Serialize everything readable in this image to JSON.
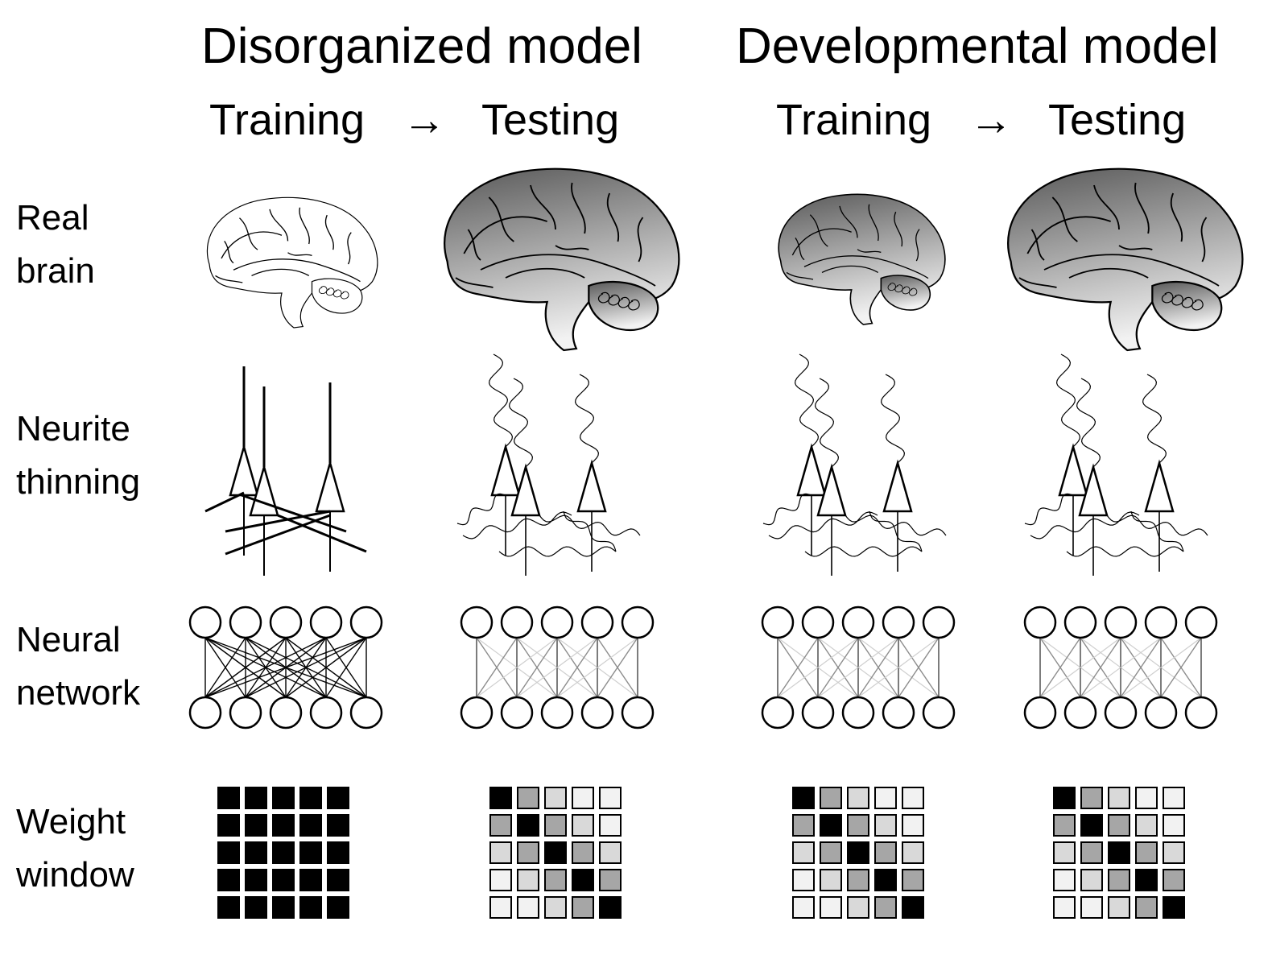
{
  "models": [
    {
      "title": "Disorganized model",
      "training_label": "Training",
      "arrow": "→",
      "testing_label": "Testing"
    },
    {
      "title": "Developmental model",
      "training_label": "Training",
      "arrow": "→",
      "testing_label": "Testing"
    }
  ],
  "rows": [
    {
      "line1": "Real",
      "line2": "brain"
    },
    {
      "line1": "Neurite",
      "line2": "thinning"
    },
    {
      "line1": "Neural",
      "line2": "network"
    },
    {
      "line1": "Weight",
      "line2": "window"
    }
  ],
  "panels": [
    {
      "column": "disorganized-training",
      "brain_fill": "outline",
      "brain_scale": "small",
      "neurite_style": "straight-thick",
      "network_style": "dense-black",
      "weight_window": [
        [
          4,
          4,
          4,
          4,
          4
        ],
        [
          4,
          4,
          4,
          4,
          4
        ],
        [
          4,
          4,
          4,
          4,
          4
        ],
        [
          4,
          4,
          4,
          4,
          4
        ],
        [
          4,
          4,
          4,
          4,
          4
        ]
      ]
    },
    {
      "column": "disorganized-testing",
      "brain_fill": "gradient",
      "brain_scale": "large",
      "neurite_style": "wavy-thin",
      "network_style": "banded-gray",
      "weight_window": [
        [
          4,
          3,
          2,
          1,
          1
        ],
        [
          3,
          4,
          3,
          2,
          1
        ],
        [
          2,
          3,
          4,
          3,
          2
        ],
        [
          1,
          2,
          3,
          4,
          3
        ],
        [
          1,
          1,
          2,
          3,
          4
        ]
      ]
    },
    {
      "column": "developmental-training",
      "brain_fill": "gradient",
      "brain_scale": "small",
      "neurite_style": "wavy-thin",
      "network_style": "banded-gray",
      "weight_window": [
        [
          4,
          3,
          2,
          1,
          1
        ],
        [
          3,
          4,
          3,
          2,
          1
        ],
        [
          2,
          3,
          4,
          3,
          2
        ],
        [
          1,
          2,
          3,
          4,
          3
        ],
        [
          1,
          1,
          2,
          3,
          4
        ]
      ]
    },
    {
      "column": "developmental-testing",
      "brain_fill": "gradient",
      "brain_scale": "large",
      "neurite_style": "wavy-thin",
      "network_style": "banded-gray",
      "weight_window": [
        [
          4,
          3,
          2,
          1,
          1
        ],
        [
          3,
          4,
          3,
          2,
          1
        ],
        [
          2,
          3,
          4,
          3,
          2
        ],
        [
          1,
          2,
          3,
          4,
          3
        ],
        [
          1,
          1,
          2,
          3,
          4
        ]
      ]
    }
  ],
  "colors": {
    "weight_levels": [
      "#ffffff",
      "#f2f2f2",
      "#d9d9d9",
      "#a6a6a6",
      "#000000"
    ],
    "line_dark": "#000000",
    "line_mid": "#8c8c8c",
    "line_light": "#cfcfcf",
    "brain_dark": "#595959",
    "brain_light": "#f2f2f2"
  }
}
